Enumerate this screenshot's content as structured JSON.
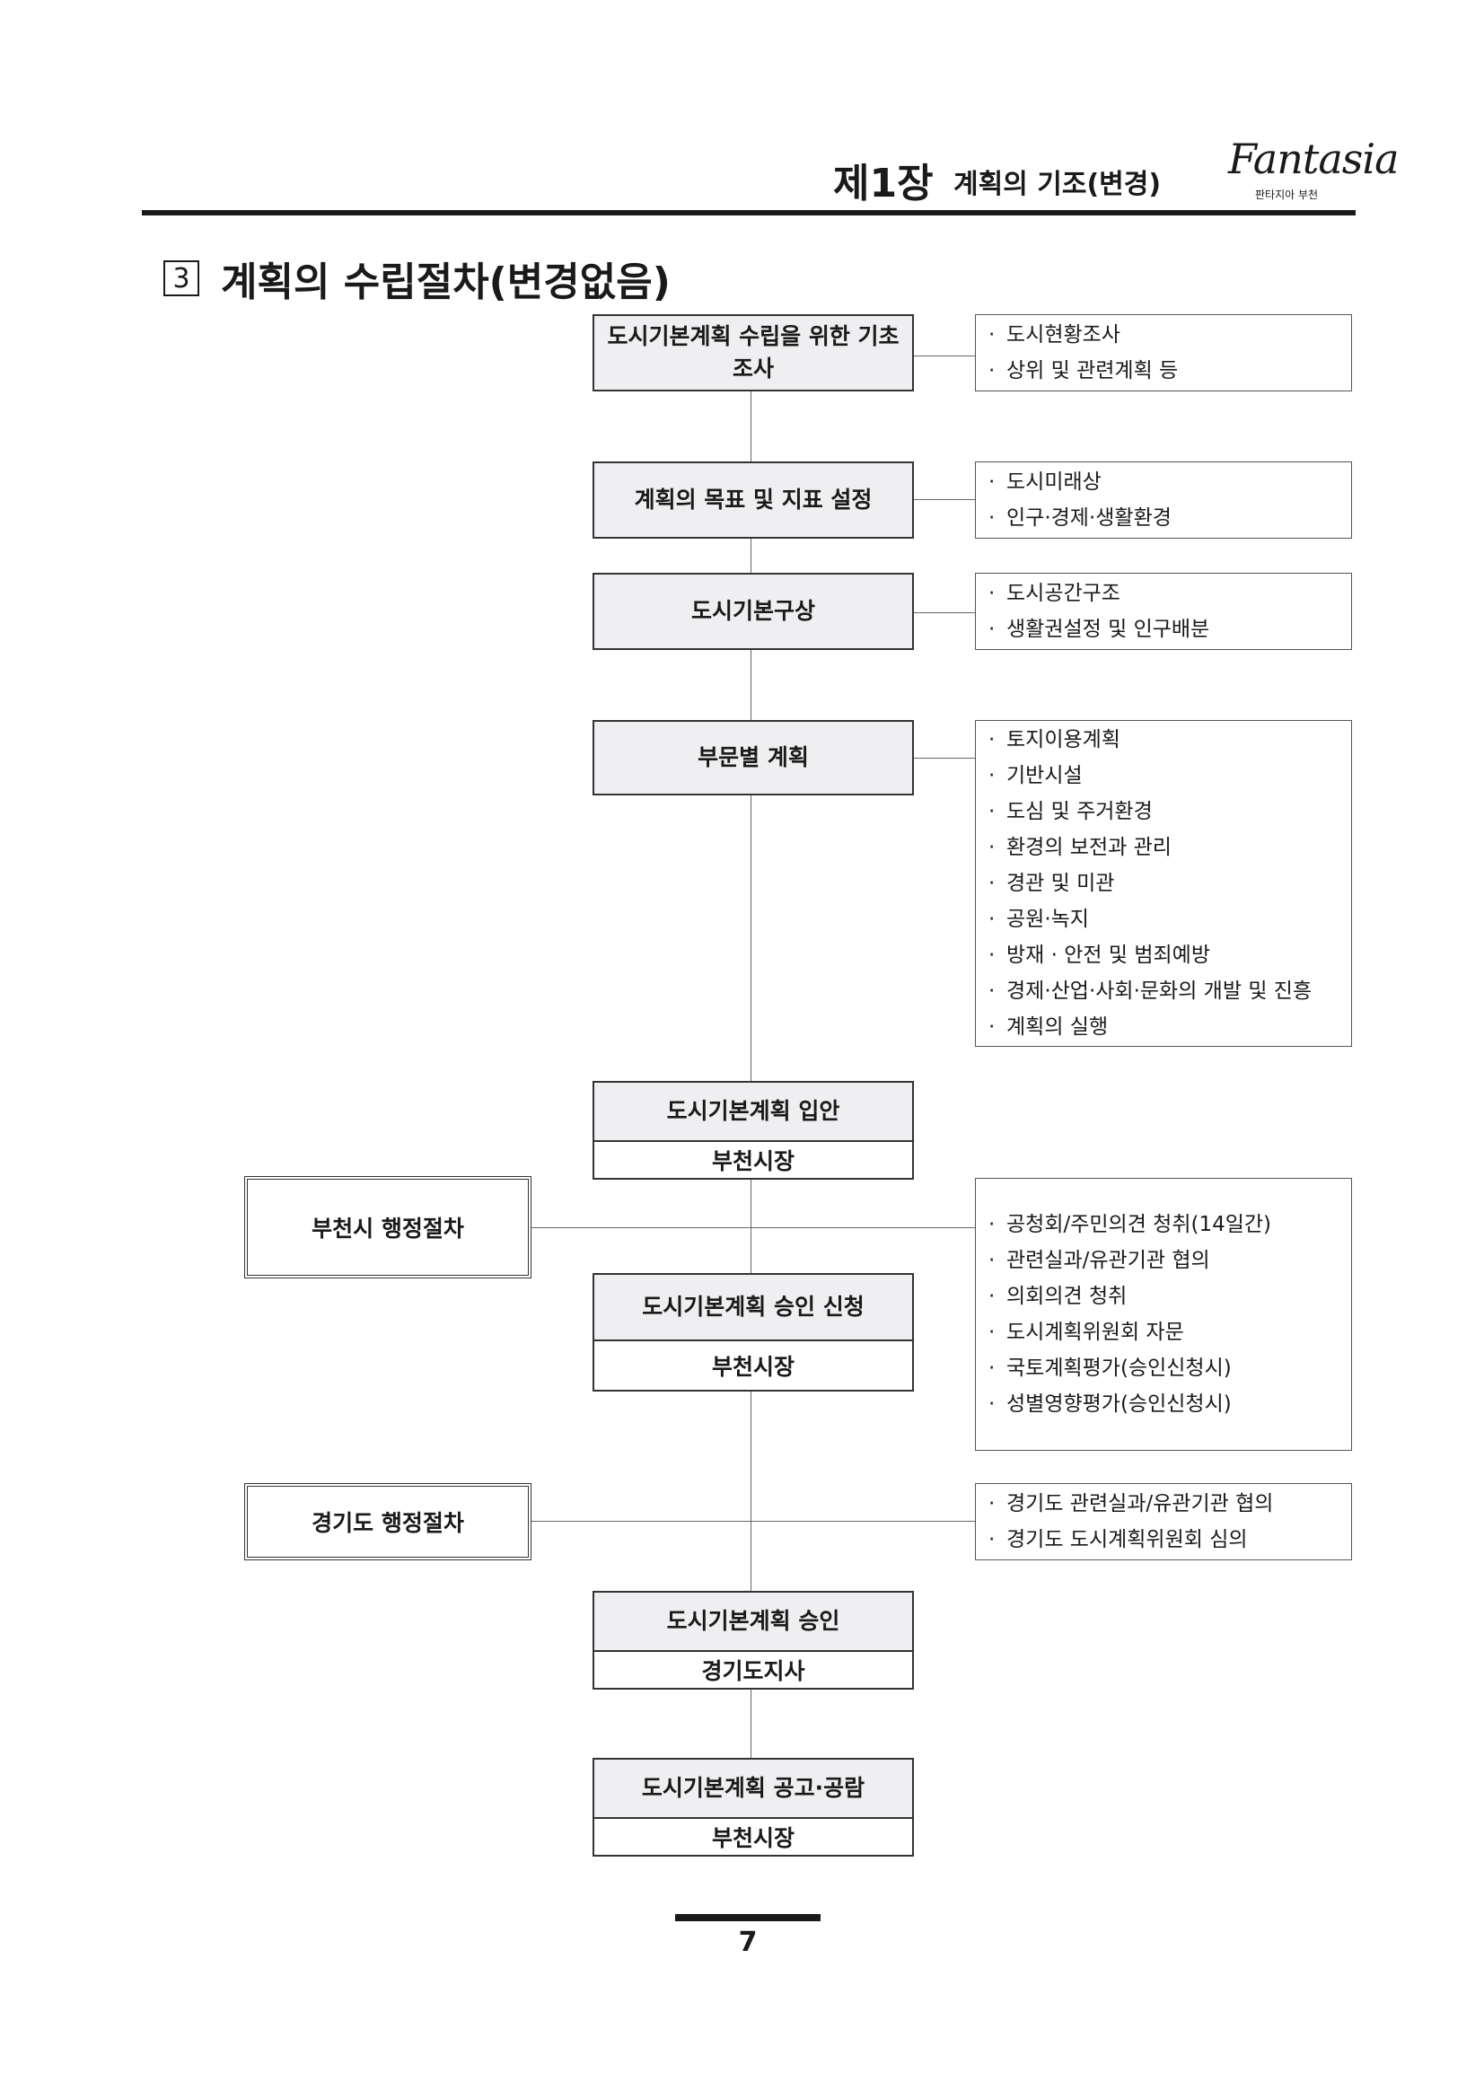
{
  "header": {
    "chapter_no": "제1장",
    "chapter_title": "계획의 기조(변경)",
    "logo_text": "Fantasia",
    "logo_sub": "판타지아 부천"
  },
  "section": {
    "number": "3",
    "title": "계획의 수립절차(변경없음)"
  },
  "flow": {
    "step1": "도시기본계획 수립을 위한 기초조사",
    "step2": "계획의 목표 및 지표 설정",
    "step3": "도시기본구상",
    "step4": "부문별 계획",
    "step5": {
      "title": "도시기본계획 입안",
      "sub": "부천시장"
    },
    "step6": {
      "title": "도시기본계획 승인 신청",
      "sub": "부천시장"
    },
    "step7": {
      "title": "도시기본계획 승인",
      "sub": "경기도지사"
    },
    "step8": {
      "title": "도시기본계획 공고·공람",
      "sub": "부천시장"
    }
  },
  "details": {
    "d1": [
      "도시현황조사",
      "상위 및 관련계획 등"
    ],
    "d2": [
      "도시미래상",
      "인구·경제·생활환경"
    ],
    "d3": [
      "도시공간구조",
      "생활권설정 및 인구배분"
    ],
    "d4": [
      "토지이용계획",
      "기반시설",
      "도심 및 주거환경",
      "환경의 보전과 관리",
      "경관 및 미관",
      "공원·녹지",
      "방재 · 안전 및 범죄예방",
      "경제·산업·사회·문화의 개발 및 진흥",
      "계획의 실행"
    ],
    "d5": [
      "공청회/주민의견 청취(14일간)",
      "관련실과/유관기관 협의",
      "의회의견 청취",
      "도시계획위원회 자문",
      "국토계획평가(승인신청시)",
      "성별영향평가(승인신청시)"
    ],
    "d6": [
      "경기도 관련실과/유관기관 협의",
      "경기도 도시계획위원회 심의"
    ]
  },
  "admin": {
    "bucheon": "부천시 행정절차",
    "gyeonggi": "경기도 행정절차"
  },
  "page_number": "7"
}
